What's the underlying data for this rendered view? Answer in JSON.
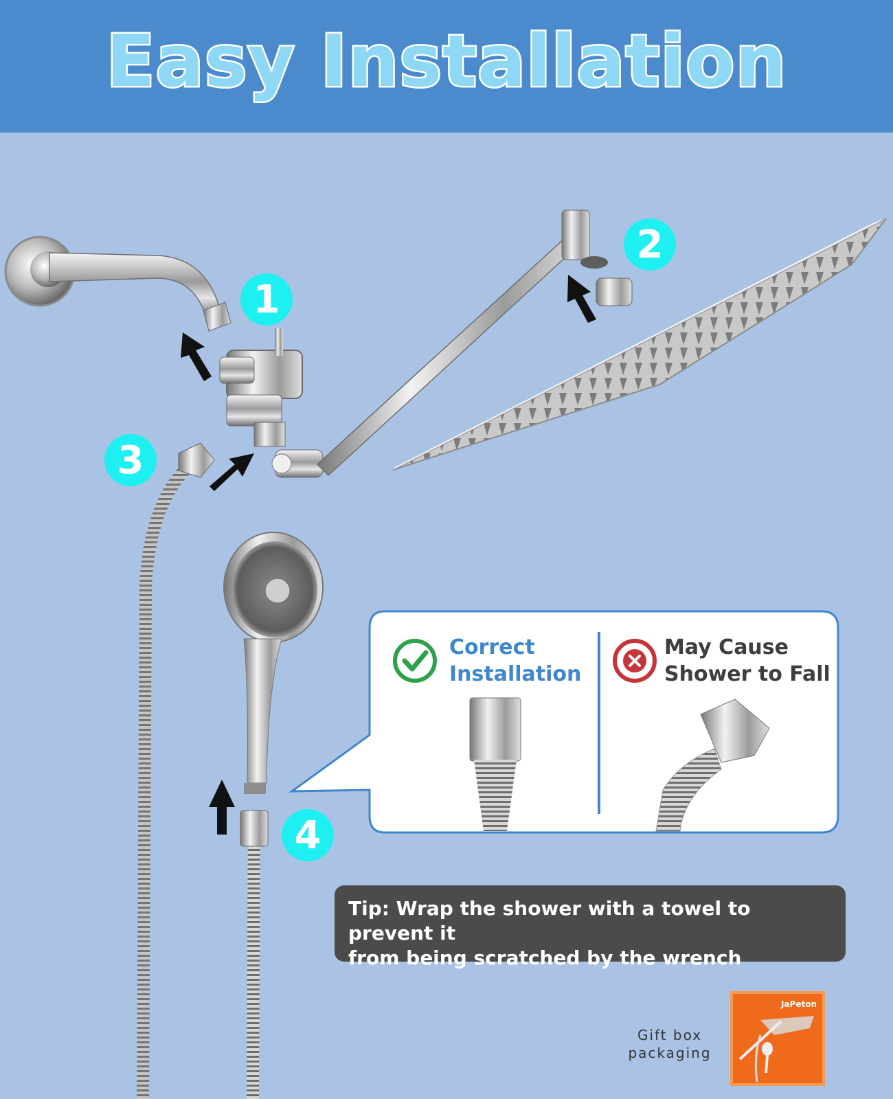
{
  "header": {
    "title": "Easy Installation"
  },
  "steps": [
    "1",
    "2",
    "3",
    "4"
  ],
  "callout": {
    "correct": "Correct\nInstallation",
    "incorrect": "May Cause\nShower to Fall"
  },
  "tip": "Tip: Wrap the shower with a towel to prevent it\nfrom being scratched by the wrench",
  "gift": {
    "label": "Gift box\npackaging",
    "brand": "JaPeton"
  },
  "colors": {
    "background": "#aac3e5",
    "header": "#4a8acd",
    "step_badge": "#1ef0f2",
    "correct": "#2ea24a",
    "incorrect": "#c9333a",
    "tip_bg": "#4b4b4b",
    "gift_box": "#ef6a1a"
  },
  "icons": [
    "arrow-up-icon",
    "check-circle-icon",
    "x-circle-icon"
  ]
}
